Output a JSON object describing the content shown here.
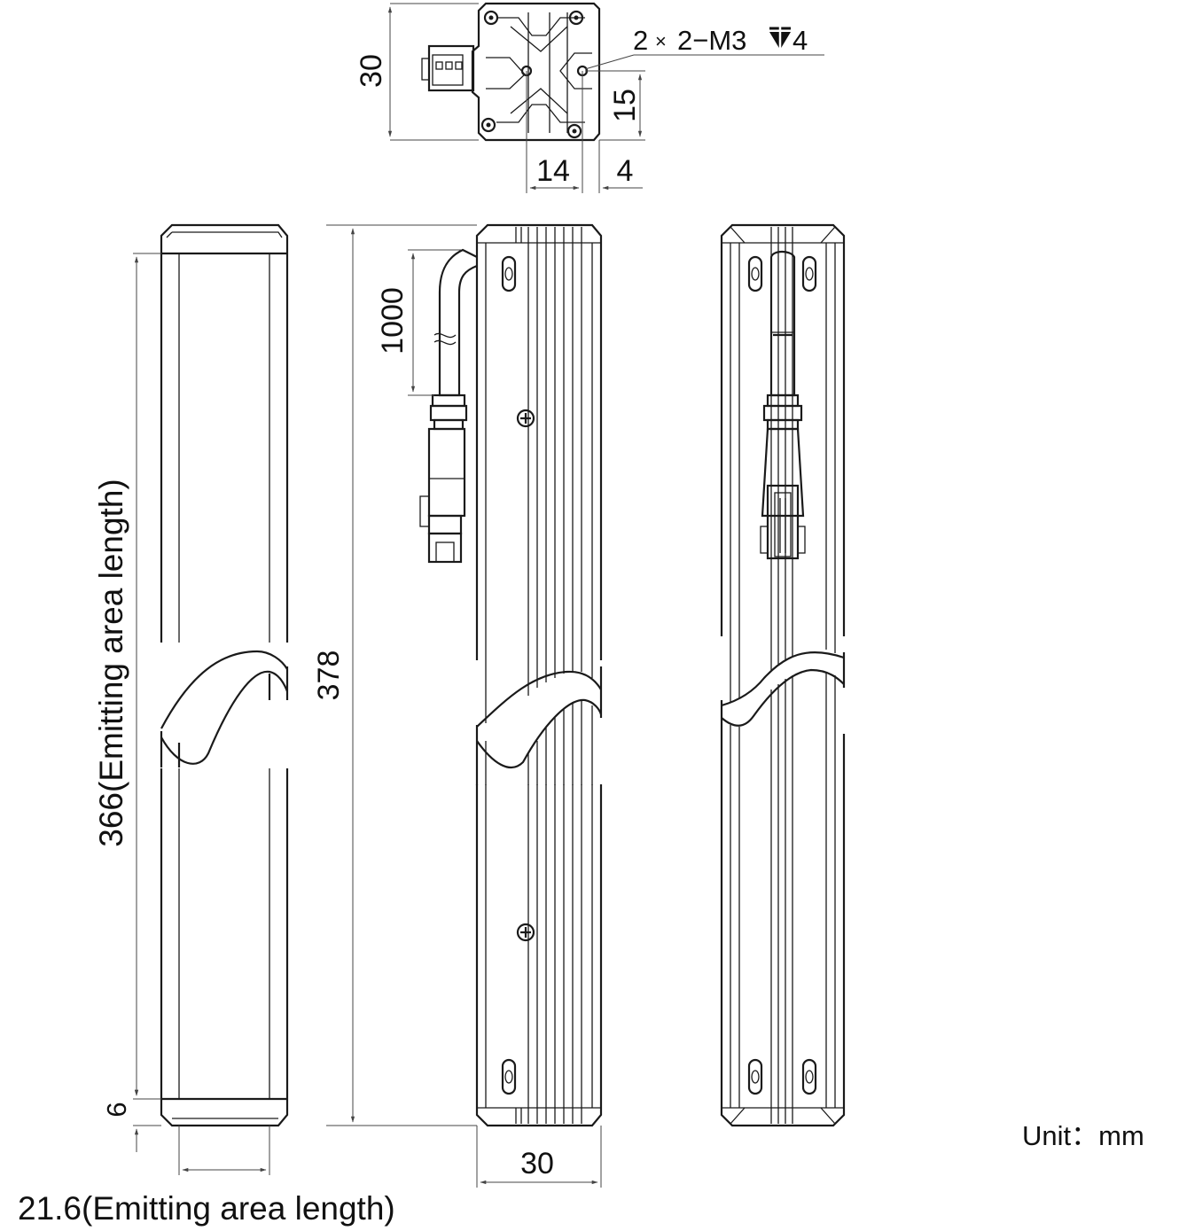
{
  "dimensions": {
    "top_height": "30",
    "hole_spec": "2×2−M3 ↧4",
    "hole_spec_count": "2",
    "hole_spec_sep": "×",
    "hole_spec_thread": "2−M3",
    "hole_spec_depth": "4",
    "half_height": "15",
    "hole_offset": "14",
    "edge_offset": "4",
    "cable_length": "1000",
    "emitting_length": "366(Emitting area length)",
    "total_length": "378",
    "end_margin": "6",
    "width": "30",
    "emitting_width": "21.6(Emitting area length)"
  },
  "unit_label": "Unit：mm"
}
